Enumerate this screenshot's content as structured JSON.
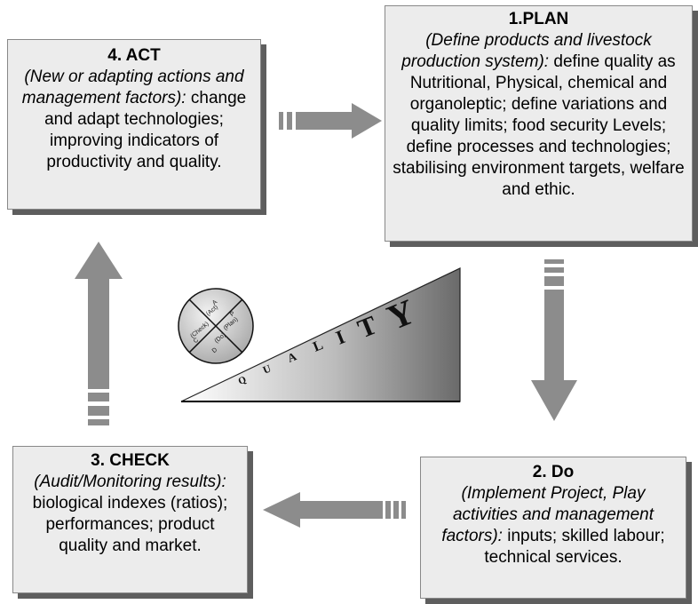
{
  "plan": {
    "title": "1.PLAN",
    "subtitle": "(Define products and livestock production system):",
    "body": " define quality as Nutritional, Physical, chemical and organoleptic; define variations and quality limits; food security Levels; define processes and technologies; stabilising environment targets, welfare and ethic."
  },
  "do": {
    "title": "2. Do",
    "subtitle": "(Implement Project, Play activities and management factors):",
    "body": " inputs; skilled labour; technical services."
  },
  "check": {
    "title": "3. CHECK",
    "subtitle": "(Audit/Monitoring results):",
    "body": " biological indexes (ratios); performances; product quality and market."
  },
  "act": {
    "title": "4. ACT",
    "subtitle": "(New or adapting actions and management factors):",
    "body": " change and adapt technologies; improving indicators of productivity and quality."
  },
  "ramp": {
    "letters": [
      "Q",
      "U",
      "A",
      "L",
      "I",
      "T",
      "Y"
    ]
  },
  "wheel": {
    "letters": [
      "A",
      "P",
      "D",
      "C"
    ],
    "words": [
      "(Act)",
      "(Plan)",
      "(Do)",
      "(Check)"
    ]
  },
  "colors": {
    "box_fill": "#ececec",
    "box_shadow": "#5e5e5e",
    "arrow": "#8c8c8c"
  }
}
